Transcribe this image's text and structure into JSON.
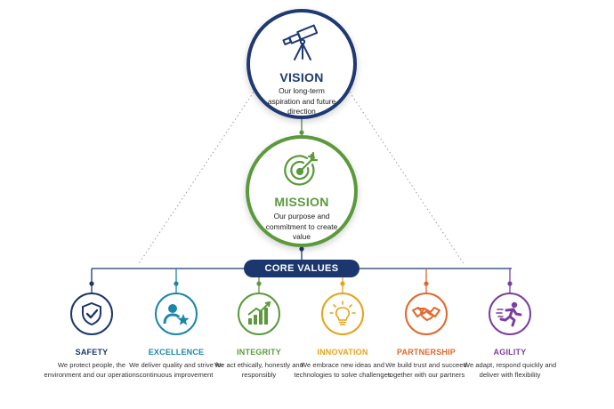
{
  "vision": {
    "title": "VISION",
    "description": "Our long-term aspiration and future direction",
    "color": "#1f3a73",
    "icon": "telescope-icon"
  },
  "mission": {
    "title": "MISSION",
    "description": "Our purpose and commitment to create value",
    "color": "#5b9a3c",
    "icon": "target-arrow-icon"
  },
  "core_values": {
    "label": "CORE VALUES",
    "color": "#1b376d",
    "items": [
      {
        "title": "SAFETY",
        "description": "We protect people, the environment and our operations",
        "color": "#1b376d",
        "icon": "shield-check-icon"
      },
      {
        "title": "EXCELLENCE",
        "description": "We deliver quality and strive for continuous improvement",
        "color": "#1c86a8",
        "icon": "person-star-icon"
      },
      {
        "title": "INTEGRITY",
        "description": "We act ethically, honestly and responsibly",
        "color": "#5b9a3c",
        "icon": "growth-chart-icon"
      },
      {
        "title": "INNOVATION",
        "description": "We embrace new ideas and technologies to solve challenges",
        "color": "#e5a31a",
        "icon": "lightbulb-icon"
      },
      {
        "title": "PARTNERSHIP",
        "description": "We build trust and succeed together with our partners",
        "color": "#e2672b",
        "icon": "handshake-icon"
      },
      {
        "title": "AGILITY",
        "description": "We adapt, respond quickly and deliver with flexibility",
        "color": "#7b3fa0",
        "icon": "running-person-icon"
      }
    ]
  }
}
